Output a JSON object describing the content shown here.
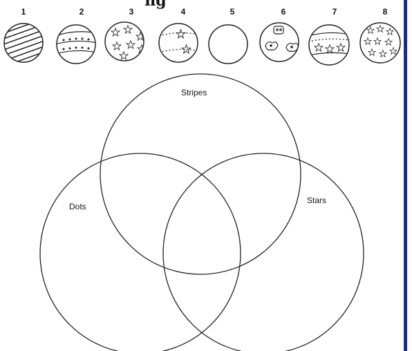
{
  "top_fragment": "ng",
  "balls": [
    {
      "number": "1",
      "pattern": "stripes"
    },
    {
      "number": "2",
      "pattern": "stripes-dots"
    },
    {
      "number": "3",
      "pattern": "stars"
    },
    {
      "number": "4",
      "pattern": "stars-dots"
    },
    {
      "number": "5",
      "pattern": "plain"
    },
    {
      "number": "6",
      "pattern": "animals"
    },
    {
      "number": "7",
      "pattern": "stripes-stars-dots"
    },
    {
      "number": "8",
      "pattern": "stars-many"
    }
  ],
  "venn": {
    "sets": [
      {
        "label": "Stripes"
      },
      {
        "label": "Dots"
      },
      {
        "label": "Stars"
      }
    ]
  }
}
